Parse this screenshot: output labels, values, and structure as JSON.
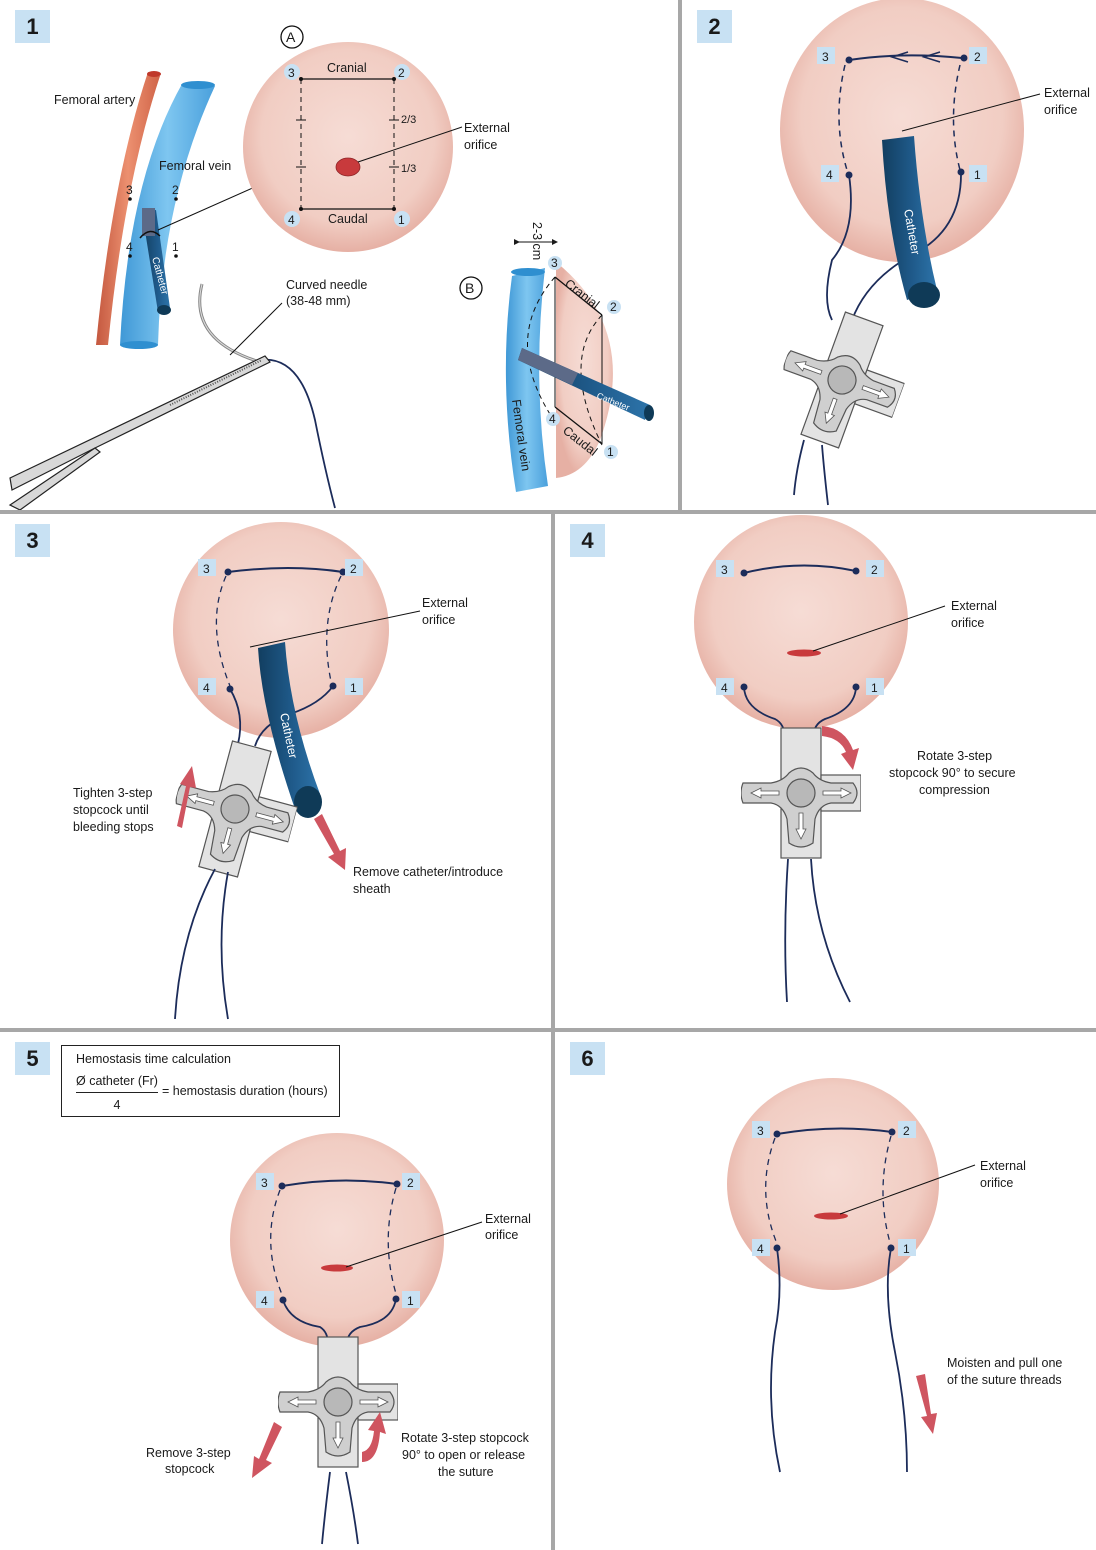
{
  "figure": {
    "colors": {
      "skin": "#f2cfc6",
      "skin_edge": "#e4aea2",
      "suture": "#1c2c5a",
      "vein": "#5fb0e4",
      "artery": "#e07a60",
      "catheter": "#1f5a8a",
      "catheter_dark": "#123e60",
      "orifice": "#c83a3c",
      "arrow": "#cf5560",
      "badge": "#c8e1f3",
      "stopcock": "#e3e3e3",
      "stopcock_knob": "#b8b8b8",
      "divider": "#a7a7a7"
    },
    "point_labels": [
      "1",
      "2",
      "3",
      "4"
    ]
  },
  "panels": [
    {
      "step": "1",
      "labels": {
        "femoral_artery": "Femoral artery",
        "femoral_vein": "Femoral vein",
        "catheter": "Catheter",
        "curved_needle_line1": "Curved needle",
        "curved_needle_line2": "(38-48 mm)",
        "inset_a": "A",
        "inset_b": "B",
        "cranial": "Cranial",
        "caudal": "Caudal",
        "external_line1": "External",
        "external_line2": "orifice",
        "two_thirds": "2/3",
        "one_third": "1/3",
        "distance": "2-3 cm"
      }
    },
    {
      "step": "2",
      "labels": {
        "external_line1": "External",
        "external_line2": "orifice",
        "catheter": "Catheter"
      }
    },
    {
      "step": "3",
      "labels": {
        "external_line1": "External",
        "external_line2": "orifice",
        "catheter": "Catheter",
        "tighten_line1": "Tighten 3-step",
        "tighten_line2": "stopcock until",
        "tighten_line3": "bleeding stops",
        "remove_line1": "Remove catheter/introduce",
        "remove_line2": "sheath"
      }
    },
    {
      "step": "4",
      "labels": {
        "external_line1": "External",
        "external_line2": "orifice",
        "rotate_line1": "Rotate 3-step",
        "rotate_line2": "stopcock 90° to secure",
        "rotate_line3": "compression"
      }
    },
    {
      "step": "5",
      "formula": {
        "title": "Hemostasis time calculation",
        "numerator": "Ø catheter (Fr)",
        "denominator": "4",
        "result": "= hemostasis duration (hours)"
      },
      "labels": {
        "external_line1": "External",
        "external_line2": "orifice",
        "remove_line1": "Remove 3-step",
        "remove_line2": "stopcock",
        "rotate_line1": "Rotate 3-step stopcock",
        "rotate_line2": "90° to open or release",
        "rotate_line3": "the suture"
      }
    },
    {
      "step": "6",
      "labels": {
        "external_line1": "External",
        "external_line2": "orifice",
        "pull_line1": "Moisten and pull one",
        "pull_line2": "of the suture threads"
      }
    }
  ]
}
